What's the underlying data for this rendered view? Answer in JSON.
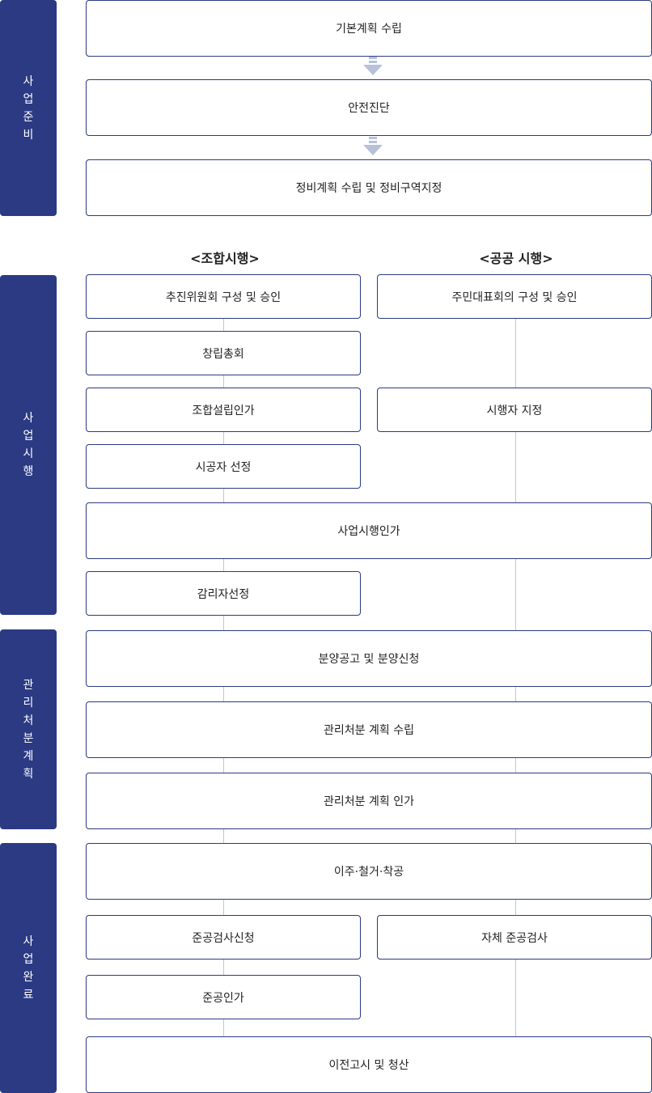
{
  "phases": {
    "prep": "사업준비",
    "exec": "사업시행",
    "mgmt": "관리처분계획",
    "done": "사업완료"
  },
  "prep": {
    "step1": "기본계획 수립",
    "step2": "안전진단",
    "step3": "정비계획 수립 및 정비구역지정"
  },
  "tracks": {
    "association": "<조합시행>",
    "public": "<공공 시행>"
  },
  "association": {
    "committee": "추진위원회 구성 및 승인",
    "general_meeting": "창립총회",
    "approval": "조합설립인가",
    "contractor": "시공자 선정",
    "supervisor": "감리자선정",
    "completion_request": "준공검사신청",
    "completion_approval": "준공인가"
  },
  "public": {
    "residents_council": "주민대표회의 구성 및 승인",
    "operator": "시행자 지정",
    "self_inspection": "자체 준공검사"
  },
  "shared": {
    "project_approval": "사업시행인가",
    "sale_notice": "분양공고 및 분양신청",
    "plan_establish": "관리처분 계획 수립",
    "plan_approval": "관리처분 계획 인가",
    "relocation": "이주·철거·착공",
    "transfer": "이전고시 및 청산"
  },
  "colors": {
    "phase_bg": "#2b3a83",
    "box_border": "#2b3a83",
    "connector": "#c3c7d3",
    "arrow": "#b8c0da"
  }
}
